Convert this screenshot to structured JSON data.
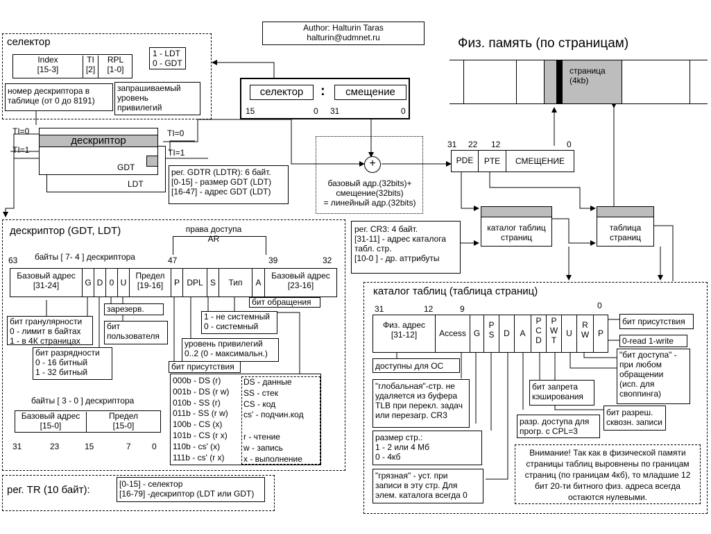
{
  "author": {
    "line1": "Author: Halturin Taras",
    "line2": "halturin@udmnet.ru"
  },
  "selector": {
    "title": "селектор",
    "index": "Index\n[15-3]",
    "ti": "TI\n[2]",
    "rpl": "RPL\n[1-0]",
    "ldt_gdt": "1 - LDT\n0 - GDT",
    "index_desc": "номер дескриптора в\nтаблице (от 0 до 8191)",
    "rpl_desc": "запрашиваемый\nуровень\nпривилегий"
  },
  "logical": {
    "selector": "селектор",
    "colon": ":",
    "offset": "смещение",
    "b15": "15",
    "b0a": "0",
    "b31": "31",
    "b0b": "0"
  },
  "phys": {
    "title": "Физ. память (по страницам)",
    "page": "страница\n(4kb)"
  },
  "desc_tables": {
    "ti0_left": "TI=0",
    "ti1_left": "TI=1",
    "ti0_right": "TI=0",
    "ti1_right": "TI=1",
    "descriptor": "дескриптор",
    "gdt": "GDT",
    "ldt": "LDT",
    "gdtr": "рег. GDTR (LDTR): 6 байт.\n[0-15] - размер GDT (LDT)\n[16-47] - адрес GDT (LDT)"
  },
  "adder": {
    "plus": "+",
    "text": "базовый адр.(32bits)+\nсмещение(32bits)\n= линейный адр.(32bits)"
  },
  "linear": {
    "b31": "31",
    "b22": "22",
    "b12": "12",
    "b0": "0",
    "pde": "PDE",
    "pte": "PTE",
    "offset": "СМЕЩЕНИЕ"
  },
  "cr3": "рег. CR3: 4 байт.\n[31-11] - адрес каталога\nтабл. стр.\n[10-0 ] - др. аттрибуты",
  "dir_table": "каталог таблиц\nстраниц",
  "page_table": "таблица\nстраниц",
  "descriptor": {
    "title": "дескриптор (GDT, LDT)",
    "access_rights": "права доступа\nAR",
    "bytes_74": "байты [ 7- 4 ] дескриптора",
    "b63": "63",
    "b47": "47",
    "b39": "39",
    "b32": "32",
    "fields": [
      "Базовый адрес\n[31-24]",
      "G",
      "D",
      "0",
      "U",
      "Предел\n[19-16]",
      "P",
      "DPL",
      "S",
      "Тип",
      "A",
      "Базовый адрес\n[23-16]"
    ],
    "accessed": "бит обращения",
    "reserved": "зарезерв.",
    "system": "1 - не системный\n0 - системный",
    "granularity": "бит гранулярности\n0 - лимит в байтах\n1 - в 4К страницах",
    "user_bit": "бит\nпользователя",
    "priv": "уровень привилегий\n0..2 (0 - максимальн.)",
    "size_bit": "бит разрядности\n0 - 16 битный\n1  - 32 битный",
    "present": "бит присутствия",
    "types_left": "000b - DS (r)\n001b - DS (r w)\n010b - SS (r)\n011b - SS (r w)\n100b - CS (x)\n101b - CS (r x)\n110b - cs'  (x)\n111b - cs'  (r x)",
    "types_right": "DS - данные\nSS - стек\nCS - код\ncs' - подчин.код\n\nr - чтение\nw - запись\nx - выполнение",
    "bytes_30": "байты [ 3 - 0 ] дескриптора",
    "low_base": "Базовый адрес\n[15-0]",
    "low_limit": "Предел\n[15-0]",
    "lb31": "31",
    "lb23": "23",
    "lb15": "15",
    "lb7": "7",
    "lb0": "0"
  },
  "tr": {
    "title": "рег. TR (10 байт):",
    "desc": "[0-15] - селектор\n[16-79] -дескриптор (LDT или GDT)"
  },
  "pte_entry": {
    "title": "каталог таблиц (таблица страниц)",
    "b31": "31",
    "b12": "12",
    "b9": "9",
    "b0": "0",
    "fields": [
      "Физ. адрес\n[31-12]",
      "Access",
      "G",
      "P\nS",
      "D",
      "A",
      "P\nC\nD",
      "P\nW\nT",
      "U",
      "R\nW",
      "P"
    ],
    "present": "бит присутствия",
    "rw": "0-read 1-write",
    "access_bit": "\"бит доступа\" -\nпри любом\nобращении\n(исп. для\nсвоппинга)",
    "os": "доступны для ОС",
    "global": "\"глобальная\"-стр. не\nудаляется из буфера\nTLB при перекл. задач\nили перезагр. CR3",
    "cache": "бит запрета\nкэширования",
    "wt": "бит разреш.\nсквозн. записи",
    "user": "разр. доступа для\nпрогр. с CPL=3",
    "size": "размер стр.:\n1 - 2 или 4 Мб\n0 - 4кб",
    "dirty": "\"грязная\" - уст. при\nзаписи в эту стр. Для\nэлем. каталога всегда 0",
    "note": "Внимание! Так как в физической памяти страницы таблиц выровнены по границам страниц (по границам 4кб), то младшие 12 бит 20-ти битного физ. адреса всегда остаются нулевыми."
  }
}
